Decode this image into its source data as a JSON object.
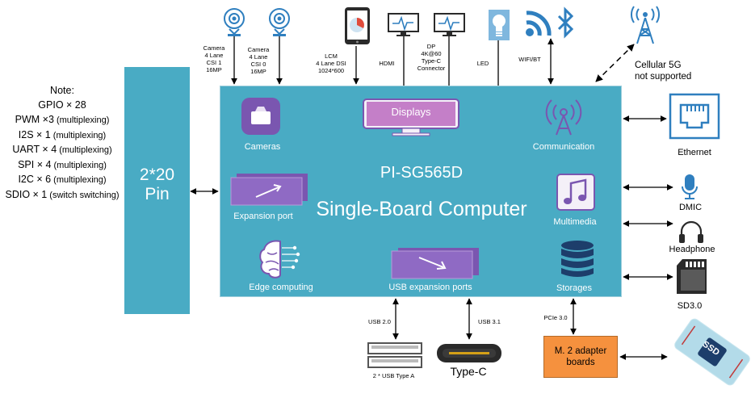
{
  "board": {
    "title": "PI-SG565D",
    "subtitle": "Single-Board Computer",
    "blocks": {
      "cameras": "Cameras",
      "displays": "Displays",
      "communication": "Communication",
      "expansion_port": "Expansion port",
      "multimedia": "Multimedia",
      "edge_computing": "Edge computing",
      "usb_expansion": "USB expansion ports",
      "storages": "Storages"
    }
  },
  "pin_header": {
    "line1": "2*20",
    "line2": "Pin"
  },
  "notes": {
    "title": "Note:",
    "items": [
      {
        "main": "GPIO × 28",
        "extra": ""
      },
      {
        "main": "PWM ×3",
        "extra": " (multiplexing)"
      },
      {
        "main": "I2S × 1",
        "extra": " (multiplexing)"
      },
      {
        "main": "UART × 4",
        "extra": " (multiplexing)"
      },
      {
        "main": "SPI × 4",
        "extra": " (multiplexing)"
      },
      {
        "main": "I2C × 6",
        "extra": " (multiplexing)"
      },
      {
        "main": "SDIO × 1",
        "extra": " (switch switching)"
      }
    ]
  },
  "top": {
    "camera1": [
      "Camera",
      "4 Lane",
      "CSI 1",
      "16MP"
    ],
    "camera0": [
      "Camera",
      "4 Lane",
      "CSI 0",
      "16MP"
    ],
    "lcm": [
      "LCM",
      "4 Lane DSI",
      "1024*600"
    ],
    "hdmi": "HDMI",
    "dp": [
      "DP",
      "4K@60",
      "Type-C",
      "Connector"
    ],
    "led": "LED",
    "wifi": "WIFI/BT",
    "cellular": [
      "Cellular 5G",
      "not supported"
    ]
  },
  "right": {
    "ethernet": "Ethernet",
    "dmic": "DMIC",
    "headphone": "Headphone",
    "sd": "SD3.0"
  },
  "bottom": {
    "usb20": "USB 2.0",
    "usb31": "USB 3.1",
    "pcie": "PCIe 3.0",
    "usb_a": "2 * USB Type A",
    "typec": "Type-C",
    "m2": [
      "M. 2 adapter",
      "boards"
    ],
    "ssd": "SSD"
  },
  "colors": {
    "board": "#49abc4",
    "m2_box": "#f5913e",
    "icon_blue": "#2f7fbf",
    "purple": "#7a56b0"
  }
}
